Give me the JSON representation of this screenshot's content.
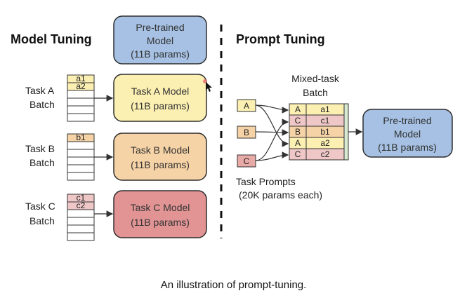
{
  "left": {
    "title": "Model Tuning",
    "pretrained": [
      "Pre-trained",
      "Model",
      "(11B params)"
    ],
    "tasks": [
      {
        "label": [
          "Task A",
          "Batch"
        ],
        "model": [
          "Task A Model",
          "(11B params)"
        ],
        "cells": [
          "a1",
          "a2"
        ],
        "color": "#fbefb2"
      },
      {
        "label": [
          "Task B",
          "Batch"
        ],
        "model": [
          "Task B Model",
          "(11B params)"
        ],
        "cells": [
          "b1"
        ],
        "color": "#f6d3a6"
      },
      {
        "label": [
          "Task C",
          "Batch"
        ],
        "model": [
          "Task C Model",
          "(11B params)"
        ],
        "cells": [
          "c1",
          "c2"
        ],
        "color": "#e29494"
      }
    ]
  },
  "right": {
    "title": "Prompt Tuning",
    "batch_label": [
      "Mixed-task",
      "Batch"
    ],
    "prompts": [
      "A",
      "B",
      "C"
    ],
    "prompt_colors": [
      "#fbefb2",
      "#f6d3a6",
      "#e7aaa6"
    ],
    "batch_rows": [
      {
        "prompt": "A",
        "data": "a1"
      },
      {
        "prompt": "C",
        "data": "c1"
      },
      {
        "prompt": "B",
        "data": "b1"
      },
      {
        "prompt": "A",
        "data": "a2"
      },
      {
        "prompt": "C",
        "data": "c2"
      }
    ],
    "task_prompts": [
      "Task Prompts",
      "(20K params each)"
    ],
    "pretrained": [
      "Pre-trained",
      "Model",
      "(11B params)"
    ]
  },
  "colors": {
    "blue": "#a6c1e3",
    "yellow": "#fbefb2",
    "orange": "#f6d3a6",
    "red": "#e29494",
    "cell_green": "#d8ead2",
    "cell_red": "#efc7c7"
  },
  "caption": "An illustration of prompt-tuning."
}
